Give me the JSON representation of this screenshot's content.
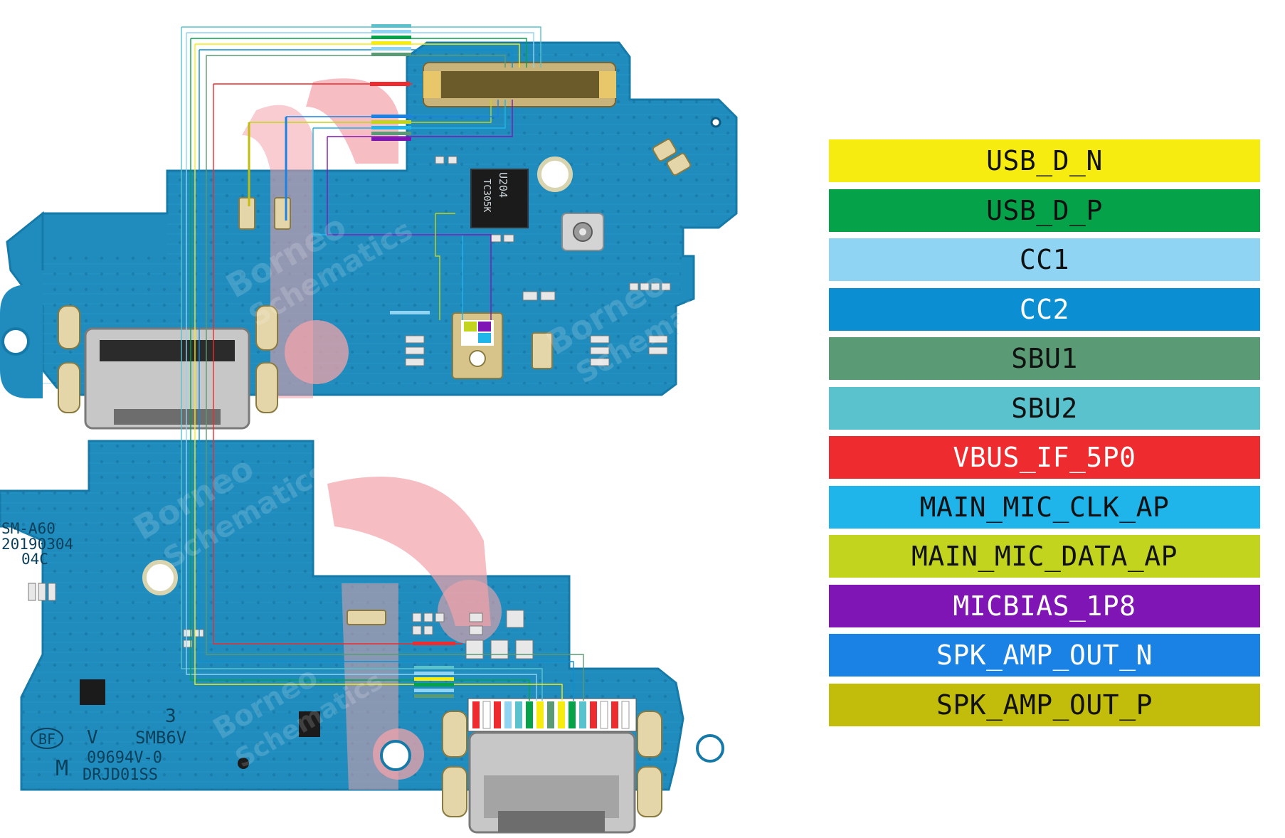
{
  "legend": {
    "items": [
      {
        "label": "USB_D_N",
        "color": "#f7ec0f",
        "text_color": "#111111"
      },
      {
        "label": "USB_D_P",
        "color": "#06a24a",
        "text_color": "#111111"
      },
      {
        "label": "CC1",
        "color": "#8fd4f2",
        "text_color": "#111111"
      },
      {
        "label": "CC2",
        "color": "#0c8fd2",
        "text_color": "#ffffff"
      },
      {
        "label": "SBU1",
        "color": "#5a9a74",
        "text_color": "#111111"
      },
      {
        "label": "SBU2",
        "color": "#59c2cc",
        "text_color": "#111111"
      },
      {
        "label": "VBUS_IF_5P0",
        "color": "#ee2c2f",
        "text_color": "#ffffff"
      },
      {
        "label": "MAIN_MIC_CLK_AP",
        "color": "#1fb4ea",
        "text_color": "#111111"
      },
      {
        "label": "MAIN_MIC_DATA_AP",
        "color": "#c2d41d",
        "text_color": "#111111"
      },
      {
        "label": "MICBIAS_1P8",
        "color": "#7f15b4",
        "text_color": "#ffffff"
      },
      {
        "label": "SPK_AMP_OUT_N",
        "color": "#1a81e5",
        "text_color": "#ffffff"
      },
      {
        "label": "SPK_AMP_OUT_P",
        "color": "#c2bc0a",
        "text_color": "#111111"
      }
    ]
  },
  "board": {
    "chip_label_1": "U204",
    "chip_label_2": "TC305K",
    "model_line_1": "SM-A60",
    "model_line_2": "20190304",
    "model_line_3": "04C",
    "marking_bf": "BF",
    "marking_m": "M",
    "marking_3": "3",
    "marking_v": "V",
    "marking_smb": "SMB6V",
    "marking_code": "09694V-0",
    "marking_drj": "DRJD01SS",
    "pcb_color": "#1f8cbd",
    "pcb_dark": "#176f9a",
    "trace_color": "#2a9fcf"
  },
  "watermark": {
    "line_1": "Borneo",
    "line_2": "Schematics"
  }
}
